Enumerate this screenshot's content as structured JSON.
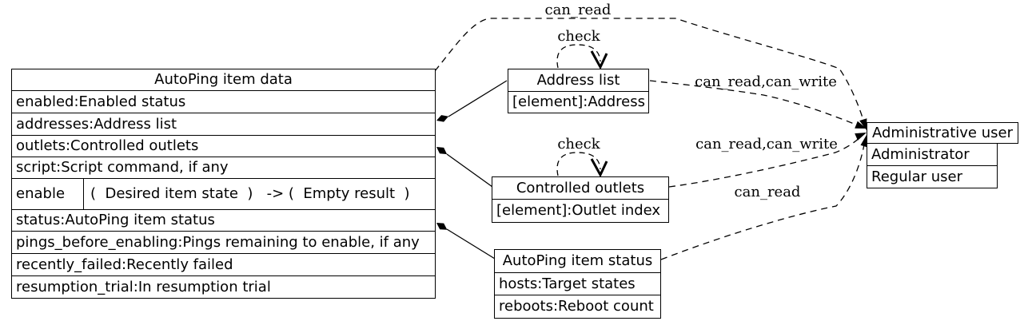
{
  "diagram": {
    "type": "access-control class diagram",
    "background_color": "#ffffff",
    "stroke_color": "#000000"
  },
  "nodes": {
    "autoping_item_data": {
      "title": "AutoPing item data",
      "attributes": [
        "enabled:Enabled status",
        "addresses:Address list",
        "outlets:Controlled outlets",
        "script:Script command, if any"
      ],
      "method": {
        "name": "enable",
        "signature": "(  Desired item state  )   -> (  Empty result  )"
      },
      "attributes2": [
        "status:AutoPing item status",
        "pings_before_enabling:Pings remaining to enable, if any",
        "recently_failed:Recently failed",
        "resumption_trial:In resumption trial"
      ]
    },
    "address_list": {
      "title": "Address list",
      "attributes": [
        "[element]:Address"
      ]
    },
    "controlled_outlets": {
      "title": "Controlled outlets",
      "attributes": [
        "[element]:Outlet index"
      ]
    },
    "autoping_item_status": {
      "title": "AutoPing item status",
      "attributes": [
        "hosts:Target states",
        "reboots:Reboot count"
      ]
    },
    "administrative_user": {
      "title": "Administrative user",
      "rows": [
        "Administrator",
        "Regular user"
      ]
    }
  },
  "edge_labels": {
    "table_to_admin": "can_read",
    "check_address_list": "check",
    "check_controlled_outlets": "check",
    "address_list_to_admin": "can_read,can_write",
    "controlled_outlets_to_admin": "can_read,can_write",
    "status_to_admin": "can_read"
  }
}
